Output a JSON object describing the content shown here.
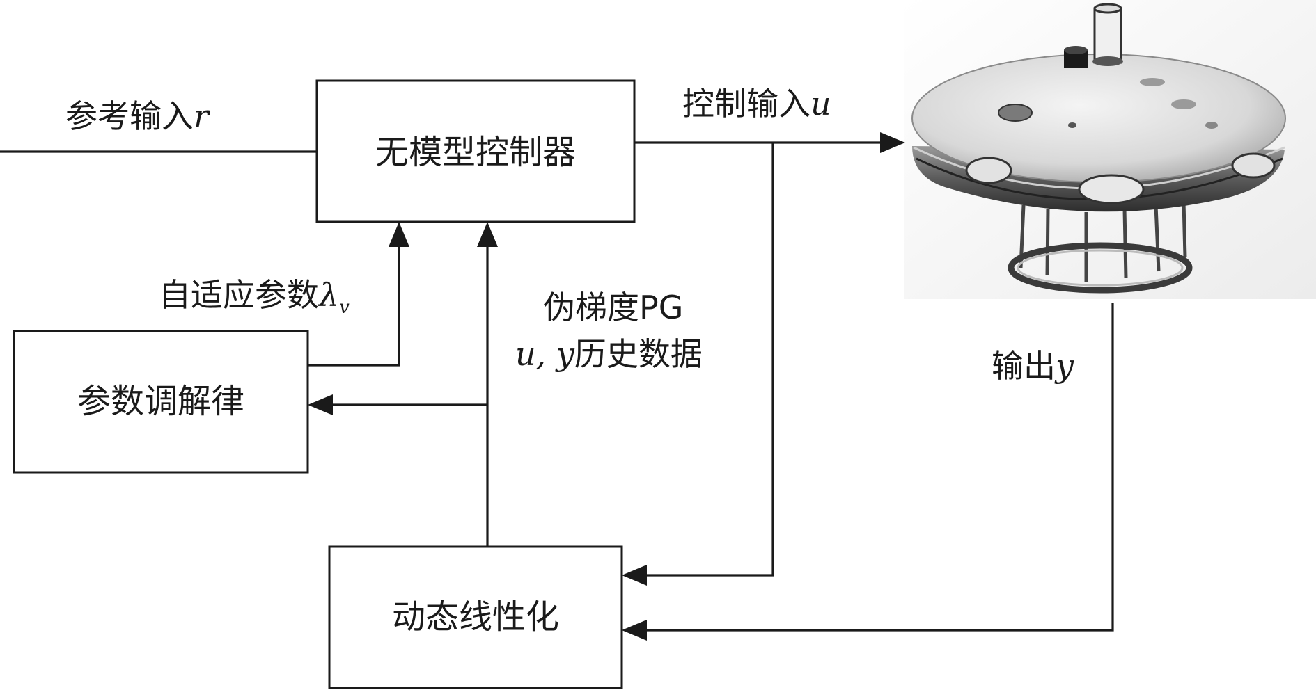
{
  "blocks": {
    "controller": "无模型控制器",
    "tuning_law": "参数调解律",
    "linearization": "动态线性化"
  },
  "signals": {
    "reference": {
      "text": "参考输入",
      "var": "r"
    },
    "control_input": {
      "text": "控制输入",
      "var": "u"
    },
    "output": {
      "text": "输出",
      "var": "y"
    },
    "adaptive_param": {
      "text": "自适应参数",
      "var": "λ",
      "sub": "v"
    },
    "pseudo_gradient": {
      "line1": "伪梯度PG",
      "line2_var": "u, y",
      "line2_text": "历史数据"
    }
  },
  "plant": {
    "icon": "underwater-vehicle-icon"
  }
}
